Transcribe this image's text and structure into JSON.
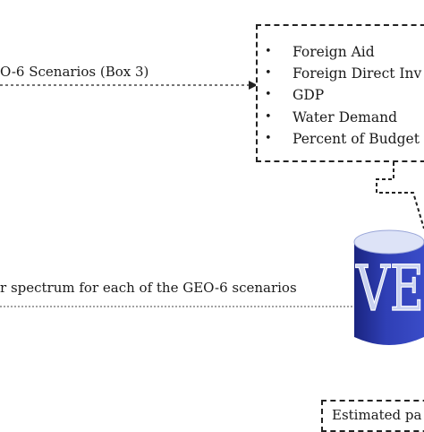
{
  "scenarios_label": "O-6 Scenarios (Box 3)",
  "spectrum_label": "r spectrum for each of the GEO-6 scenarios",
  "indicators": {
    "items": [
      {
        "bullet": "•",
        "text": "Foreign Aid"
      },
      {
        "bullet": "•",
        "text": "Foreign Direct Inv"
      },
      {
        "bullet": "•",
        "text": "GDP"
      },
      {
        "bullet": "•",
        "text": "Water Demand"
      },
      {
        "bullet": "•",
        "text": "Percent of Budget"
      }
    ]
  },
  "estimated_label": "Estimated pa",
  "logo": {
    "text": "VE",
    "icon": "database-cylinder-logo"
  },
  "colors": {
    "logo_blue": "#1f2a8c",
    "logo_light": "#c9d2f0",
    "line": "#222222"
  }
}
